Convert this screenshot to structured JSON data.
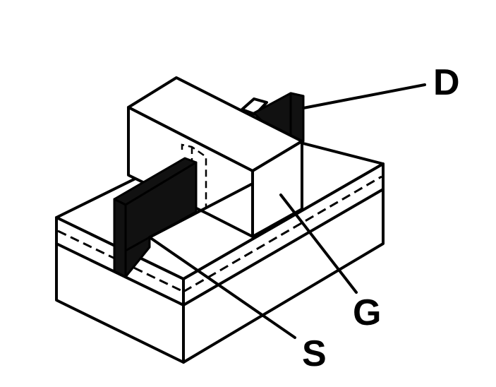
{
  "labels": {
    "drain": "D",
    "gate": "G",
    "source": "S"
  },
  "colors": {
    "stroke": "#000000",
    "fill": "#ffffff",
    "electrode": "#111111"
  }
}
